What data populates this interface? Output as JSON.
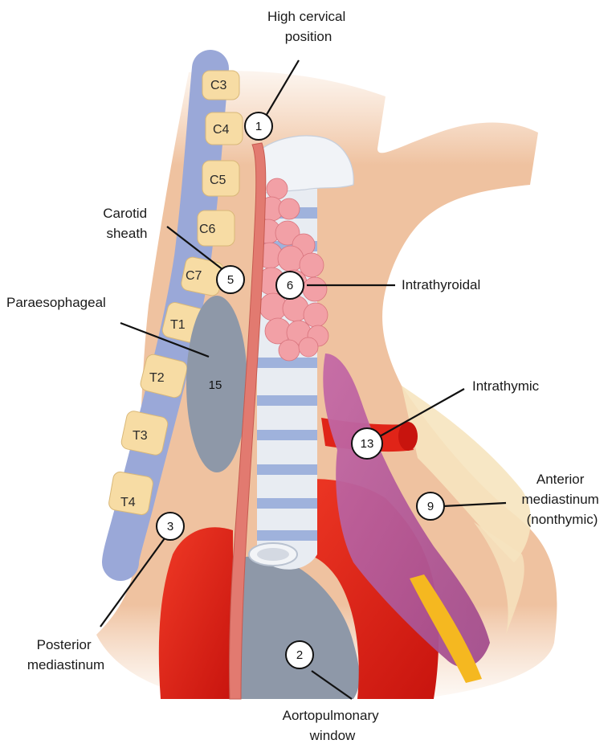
{
  "vertebrae": [
    "C3",
    "C4",
    "C5",
    "C6",
    "C7",
    "T1",
    "T2",
    "T3",
    "T4"
  ],
  "labels": {
    "high_cervical": [
      "High cervical",
      "position"
    ],
    "carotid_sheath": [
      "Carotid",
      "sheath"
    ],
    "paraesophageal": [
      "Paraesophageal"
    ],
    "intrathyroidal": [
      "Intrathyroidal"
    ],
    "intrathymic": [
      "Intrathymic"
    ],
    "anterior_mediastinum": [
      "Anterior",
      "mediastinum",
      "(nonthymic)"
    ],
    "posterior_mediastinum": [
      "Posterior",
      "mediastinum"
    ],
    "aortopulmonary_window": [
      "Aortopulmonary",
      "window"
    ]
  },
  "markers": {
    "high_cervical": "1",
    "aortopulmonary_window": "2",
    "posterior_mediastinum": "3",
    "carotid_sheath": "5",
    "intrathyroidal": "6",
    "anterior_mediastinum": "9",
    "intrathymic": "13",
    "paraesophageal": "15"
  },
  "colors": {
    "skin": "#f0c8a8",
    "vertebra": "#f7dca4",
    "disc": "#9aa8d8",
    "thyroid": "#f2a0a6",
    "thymus": "#b85a9a",
    "artery": "#e02418",
    "esophagus": "#e27a70",
    "trachea_ring": "#e8ecf2",
    "trachea_band": "#9fb2dc",
    "gray_mass": "#8e98a8"
  }
}
